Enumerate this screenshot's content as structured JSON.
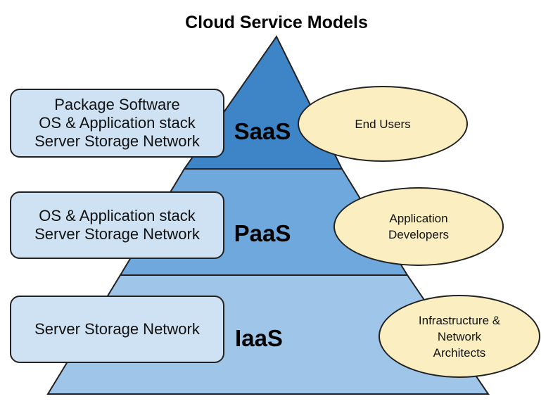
{
  "title": "Cloud Service Models",
  "tiers": [
    {
      "name": "SaaS",
      "stack_lines": [
        "Package Software",
        "OS & Application stack",
        "Server Storage Network"
      ],
      "audience_lines": [
        "End Users"
      ]
    },
    {
      "name": "PaaS",
      "stack_lines": [
        "OS & Application stack",
        "Server Storage Network"
      ],
      "audience_lines": [
        "Application",
        "Developers"
      ]
    },
    {
      "name": "IaaS",
      "stack_lines": [
        "Server Storage Network"
      ],
      "audience_lines": [
        "Infrastructure &",
        "Network",
        "Architects"
      ]
    }
  ],
  "colors": {
    "saas_fill": "#3d85c6",
    "paas_fill": "#6fa8dc",
    "iaas_fill": "#9fc5e8",
    "box_fill": "#cfe2f3",
    "ellipse_fill": "#fbeec0",
    "outline": "#222222"
  }
}
